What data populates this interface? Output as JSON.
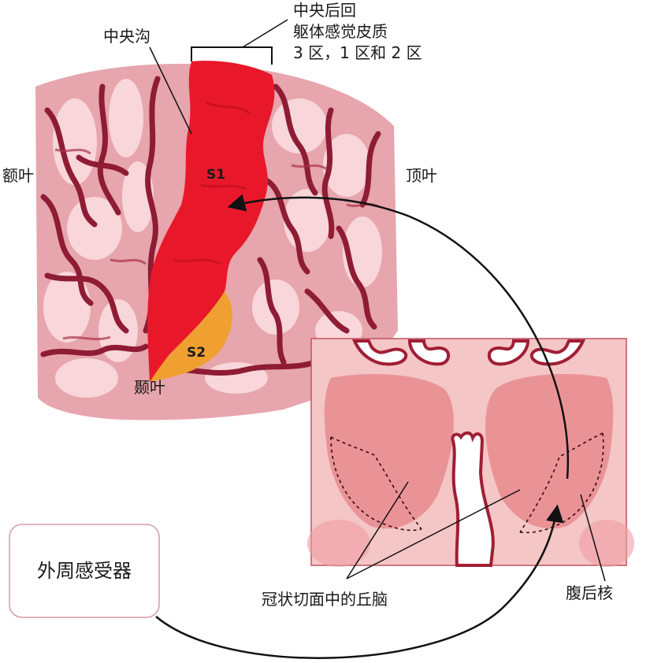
{
  "labels": {
    "central_sulcus": "中央沟",
    "postcentral_gyrus_line1": "中央后回",
    "postcentral_gyrus_line2": "躯体感觉皮质",
    "postcentral_gyrus_line3": "3 区，1 区和 2 区",
    "frontal_lobe": "额叶",
    "parietal_lobe": "顶叶",
    "temporal_lobe": "颞叶",
    "s1": "S1",
    "s2": "S2",
    "peripheral_receptors": "外周感受器",
    "thalamus_coronal": "冠状切面中的丘脑",
    "vpl_nucleus": "腹后核"
  },
  "colors": {
    "cortex_pink": "#f2b9bf",
    "sulcus_dark": "#8e1c34",
    "s1_red": "#e8182a",
    "s2_orange": "#f0a030",
    "thalamus_bg": "#f4c6c6",
    "thalamus_mass": "#e88a8e"
  }
}
